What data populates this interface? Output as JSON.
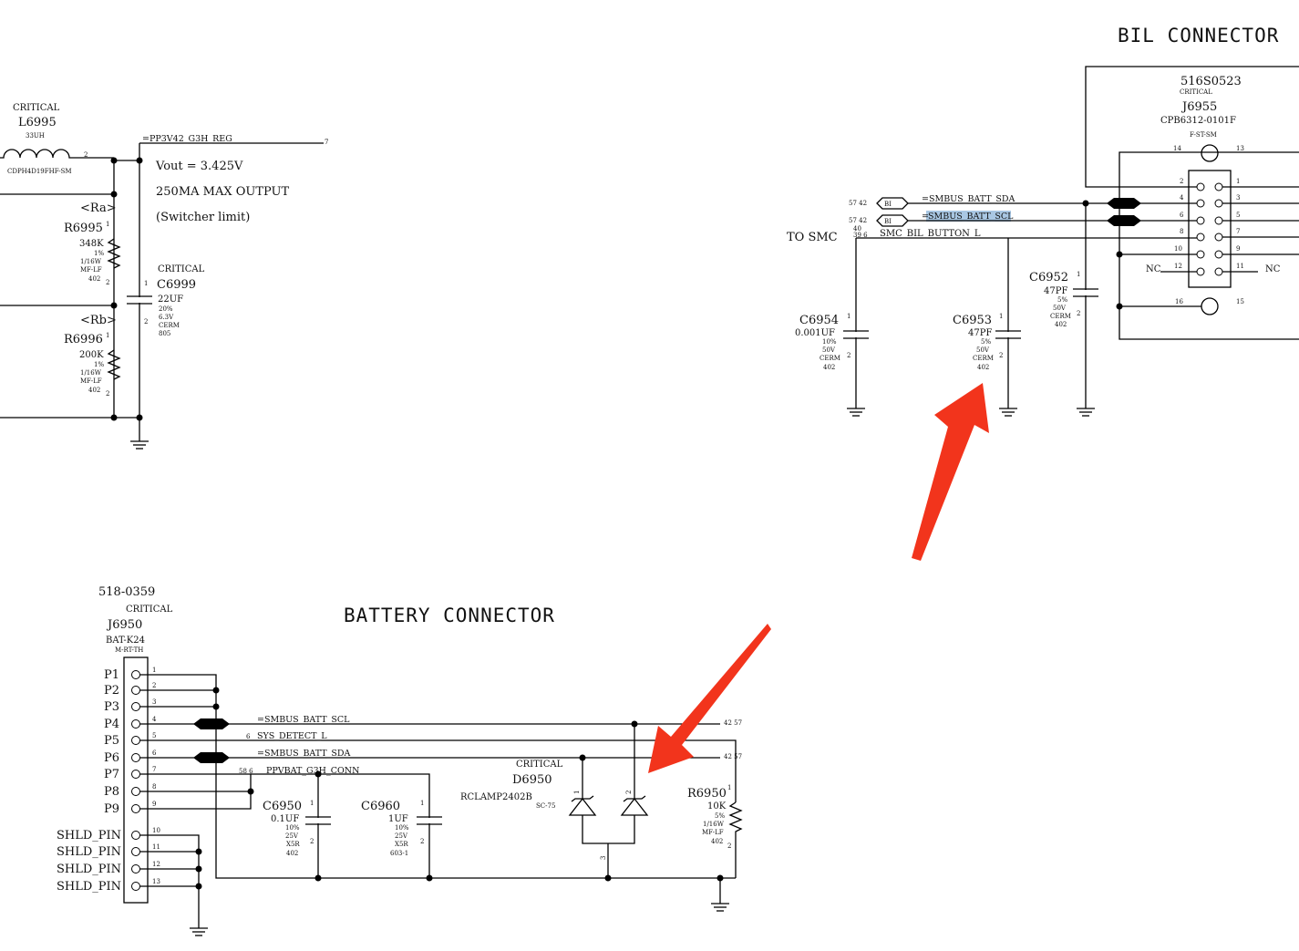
{
  "titles": {
    "bil_connector": "BIL CONNECTOR",
    "battery_connector": "BATTERY CONNECTOR",
    "to_smc": "TO SMC"
  },
  "regulator": {
    "inductor": {
      "crit": "CRITICAL",
      "ref": "L6995",
      "value": "33UH",
      "pkg": "CDPH4D19FHF-SM",
      "pin2": "2"
    },
    "net_label": "=PP3V42_G3H_REG",
    "net_page": "7",
    "notes": [
      "Vout = 3.425V",
      "250MA MAX OUTPUT",
      "(Switcher limit)"
    ],
    "ra": "<Ra>",
    "rb": "<Rb>",
    "r6995": {
      "ref": "R6995",
      "value": "348K",
      "tol": "1%",
      "power": "1/16W",
      "type": "MF-LF",
      "size": "402",
      "p1": "1",
      "p2": "2"
    },
    "r6996": {
      "ref": "R6996",
      "value": "200K",
      "tol": "1%",
      "power": "1/16W",
      "type": "MF-LF",
      "size": "402",
      "p1": "1",
      "p2": "2"
    },
    "c6999": {
      "crit": "CRITICAL",
      "ref": "C6999",
      "value": "22UF",
      "tol": "20%",
      "volt": "6.3V",
      "type": "CERM",
      "size": "805",
      "p1": "1",
      "p2": "2"
    }
  },
  "bil": {
    "part_num": "516S0523",
    "crit": "CRITICAL",
    "ref": "J6955",
    "model": "CPB6312-0101F",
    "pkg": "F-ST-SM",
    "pins": {
      "p14": "14",
      "p13": "13",
      "p16": "16",
      "p15": "15"
    },
    "left_pins": [
      "2",
      "4",
      "6",
      "8",
      "10",
      "12"
    ],
    "right_pins": [
      "1",
      "3",
      "5",
      "7",
      "9",
      "11"
    ],
    "nc_left": "NC",
    "nc_right": "NC",
    "nets": {
      "sda": {
        "pages": "57 42",
        "flag": "BI",
        "label": "=SMBUS_BATT_SDA"
      },
      "scl": {
        "pages": "57 42",
        "flag": "BI",
        "label_prefix": "=",
        "label_hl": "SMBUS_BATT_SCL"
      },
      "btn": {
        "pages_a": "40",
        "pages_b": "39 6",
        "label": "SMC_BIL_BUTTON_L"
      }
    },
    "c6954": {
      "ref": "C6954",
      "value": "0.001UF",
      "tol": "10%",
      "volt": "50V",
      "type": "CERM",
      "size": "402",
      "p1": "1",
      "p2": "2"
    },
    "c6953": {
      "ref": "C6953",
      "value": "47PF",
      "tol": "5%",
      "volt": "50V",
      "type": "CERM",
      "size": "402",
      "p1": "1",
      "p2": "2"
    },
    "c6952": {
      "ref": "C6952",
      "value": "47PF",
      "tol": "5%",
      "volt": "50V",
      "type": "CERM",
      "size": "402",
      "p1": "1",
      "p2": "2"
    }
  },
  "battery": {
    "part_num": "518-0359",
    "crit": "CRITICAL",
    "ref": "J6950",
    "model": "BAT-K24",
    "pkg": "M-RT-TH",
    "pin_names": [
      "P1",
      "P2",
      "P3",
      "P4",
      "P5",
      "P6",
      "P7",
      "P8",
      "P9",
      "SHLD_PIN",
      "SHLD_PIN",
      "SHLD_PIN",
      "SHLD_PIN"
    ],
    "pin_nums": [
      "1",
      "2",
      "3",
      "4",
      "5",
      "6",
      "7",
      "8",
      "9",
      "10",
      "11",
      "12",
      "13"
    ],
    "nets": {
      "scl": {
        "label": "=SMBUS_BATT_SCL",
        "pages": "42 57"
      },
      "sys": {
        "num": "6",
        "label": "SYS_DETECT_L"
      },
      "sda": {
        "label": "=SMBUS_BATT_SDA",
        "pages": "42 57"
      },
      "ppv": {
        "num": "58 6",
        "label": "PPVBAT_G3H_CONN"
      }
    },
    "c6950": {
      "ref": "C6950",
      "value": "0.1UF",
      "tol": "10%",
      "volt": "25V",
      "type": "X5R",
      "size": "402",
      "p1": "1",
      "p2": "2"
    },
    "c6960": {
      "ref": "C6960",
      "value": "1UF",
      "tol": "10%",
      "volt": "25V",
      "type": "X5R",
      "size": "603-1",
      "p1": "1",
      "p2": "2"
    },
    "d6950": {
      "crit": "CRITICAL",
      "ref": "D6950",
      "model": "RCLAMP2402B",
      "pkg": "SC-75",
      "p1": "1",
      "p2": "2",
      "p3": "3"
    },
    "r6950": {
      "ref": "R6950",
      "value": "10K",
      "tol": "5%",
      "power": "1/16W",
      "type": "MF-LF",
      "size": "402",
      "p1": "1",
      "p2": "2"
    }
  },
  "colors": {
    "arrow": "#f2341c",
    "highlight": "#a9c7e3"
  }
}
